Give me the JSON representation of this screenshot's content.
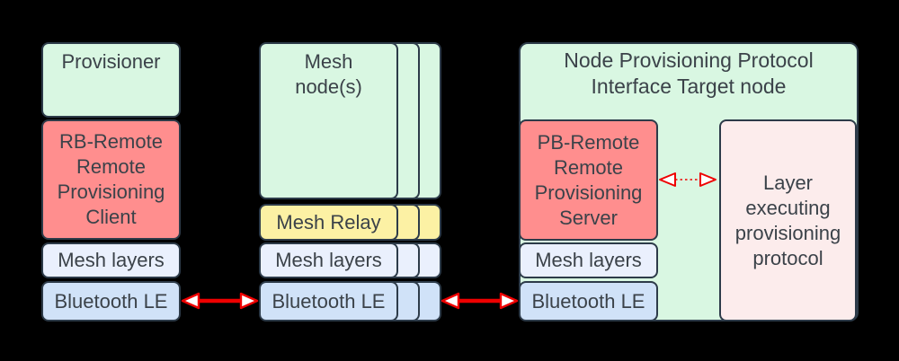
{
  "colors": {
    "background": "#000000",
    "green": "#d9f7e2",
    "red": "#ff8e8e",
    "yellow": "#fcf1a4",
    "lavender": "#eaf0fd",
    "blue": "#d0e2f8",
    "pink": "#fcecec",
    "border": "#2d3b49",
    "text": "#3b4249",
    "arrow": "#ee0000"
  },
  "provisioner_node": {
    "title": "Provisioner",
    "client_label": "RB-Remote\nRemote\nProvisioning\nClient",
    "mesh_layers_label": "Mesh layers",
    "bluetooth_label": "Bluetooth LE"
  },
  "mesh_nodes": {
    "title": "Mesh\nnode(s)",
    "relay_label": "Mesh Relay",
    "mesh_layers_label": "Mesh layers",
    "bluetooth_label": "Bluetooth LE"
  },
  "target_node": {
    "title": "Node Provisioning Protocol\nInterface Target node",
    "server_label": "PB-Remote\nRemote\nProvisioning\nServer",
    "mesh_layers_label": "Mesh layers",
    "bluetooth_label": "Bluetooth LE",
    "layer_label": "Layer\nexecuting\nprovisioning\nprotocol"
  }
}
